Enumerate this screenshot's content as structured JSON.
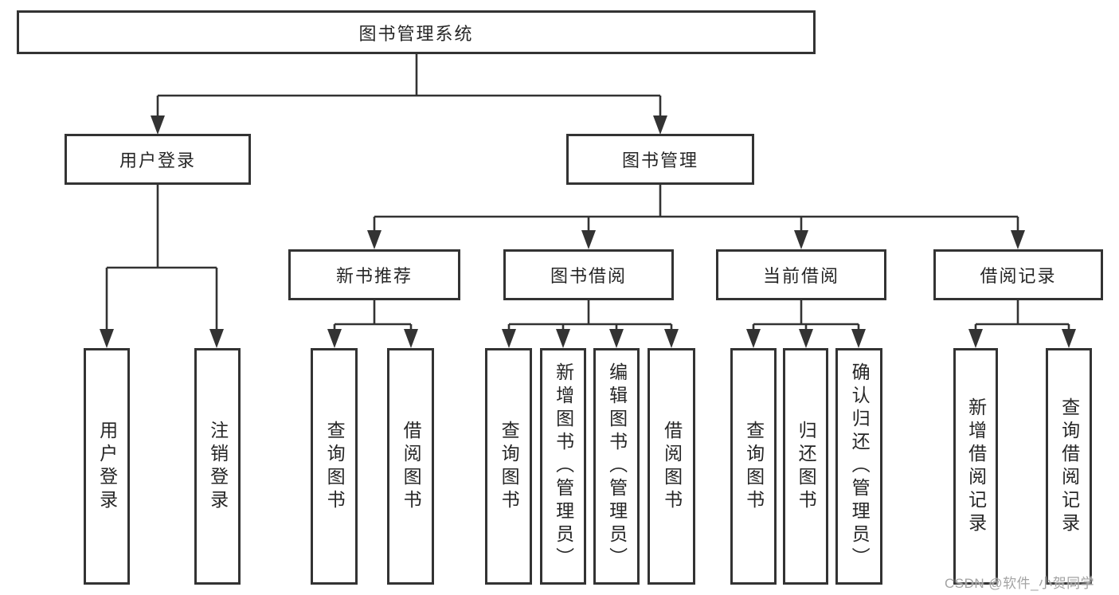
{
  "diagram": {
    "root": {
      "id": "root",
      "label": "图书管理系统"
    },
    "level2": [
      {
        "id": "user-login",
        "label": "用户登录"
      },
      {
        "id": "book-management",
        "label": "图书管理"
      }
    ],
    "level3": [
      {
        "id": "new-book-recommendation",
        "label": "新书推荐",
        "parent": "book-management"
      },
      {
        "id": "book-borrowing",
        "label": "图书借阅",
        "parent": "book-management"
      },
      {
        "id": "current-borrowing",
        "label": "当前借阅",
        "parent": "book-management"
      },
      {
        "id": "borrowing-records",
        "label": "借阅记录",
        "parent": "book-management"
      }
    ],
    "leaves": [
      {
        "id": "leaf-user-login",
        "label": "用户登录",
        "parent": "user-login"
      },
      {
        "id": "leaf-logout",
        "label": "注销登录",
        "parent": "user-login"
      },
      {
        "id": "leaf-query-books-1",
        "label": "查询图书",
        "parent": "new-book-recommendation"
      },
      {
        "id": "leaf-borrow-books-1",
        "label": "借阅图书",
        "parent": "new-book-recommendation"
      },
      {
        "id": "leaf-query-books-2",
        "label": "查询图书",
        "parent": "book-borrowing"
      },
      {
        "id": "leaf-add-books-admin",
        "label": "新增图书（管理员）",
        "parent": "book-borrowing"
      },
      {
        "id": "leaf-edit-books-admin",
        "label": "编辑图书（管理员）",
        "parent": "book-borrowing"
      },
      {
        "id": "leaf-borrow-books-2",
        "label": "借阅图书",
        "parent": "book-borrowing"
      },
      {
        "id": "leaf-query-books-3",
        "label": "查询图书",
        "parent": "current-borrowing"
      },
      {
        "id": "leaf-return-books",
        "label": "归还图书",
        "parent": "current-borrowing"
      },
      {
        "id": "leaf-confirm-return-admin",
        "label": "确认归还（管理员）",
        "parent": "current-borrowing"
      },
      {
        "id": "leaf-add-borrow-record",
        "label": "新增借阅记录",
        "parent": "borrowing-records"
      },
      {
        "id": "leaf-query-borrow-record",
        "label": "查询借阅记录",
        "parent": "borrowing-records"
      }
    ]
  },
  "watermark": {
    "text": "CSDN @软件_小贺同学"
  },
  "colors": {
    "line": "#333333",
    "box_border": "#333333",
    "text": "#262626",
    "background": "#ffffff",
    "watermark": "#a3a3a3"
  }
}
